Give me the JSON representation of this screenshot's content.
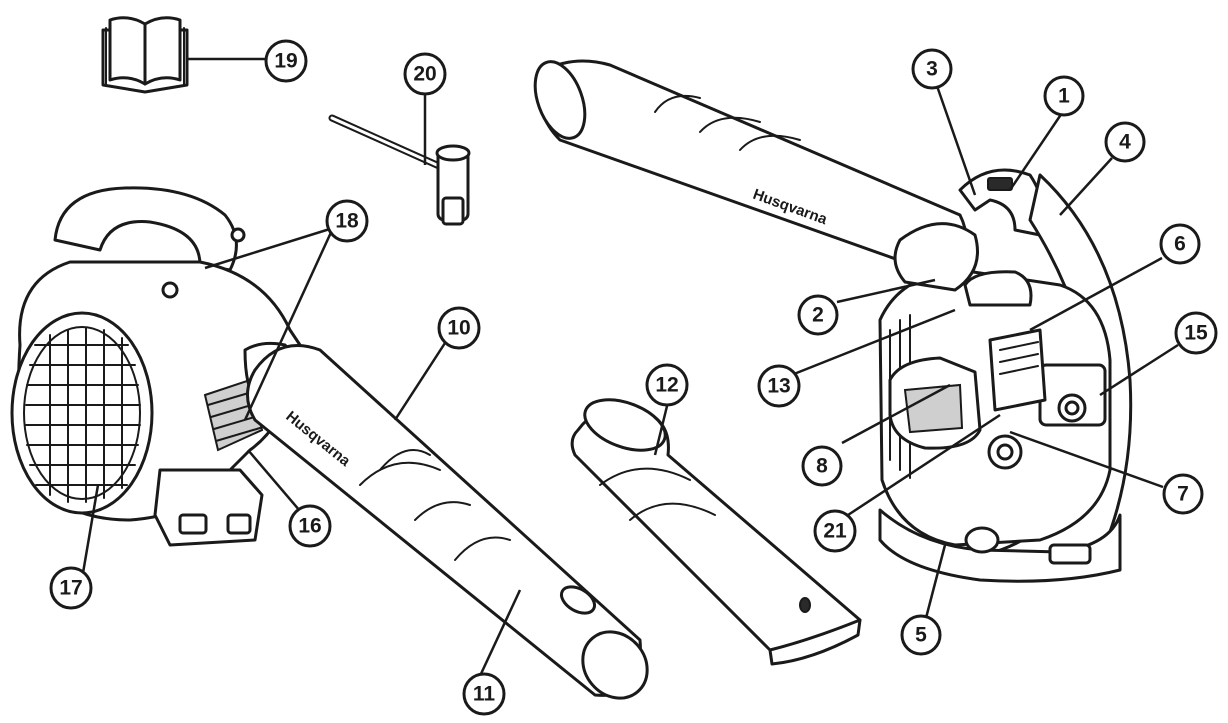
{
  "brand_text": "Husqvarna",
  "colors": {
    "ink": "#1a1a1a",
    "paper": "#ffffff"
  },
  "callouts": [
    {
      "id": "c1",
      "label": "1"
    },
    {
      "id": "c2",
      "label": "2"
    },
    {
      "id": "c3",
      "label": "3"
    },
    {
      "id": "c4",
      "label": "4"
    },
    {
      "id": "c5",
      "label": "5"
    },
    {
      "id": "c6",
      "label": "6"
    },
    {
      "id": "c7",
      "label": "7"
    },
    {
      "id": "c8",
      "label": "8"
    },
    {
      "id": "c10",
      "label": "10"
    },
    {
      "id": "c11",
      "label": "11"
    },
    {
      "id": "c12",
      "label": "12"
    },
    {
      "id": "c13",
      "label": "13"
    },
    {
      "id": "c15",
      "label": "15"
    },
    {
      "id": "c16",
      "label": "16"
    },
    {
      "id": "c17",
      "label": "17"
    },
    {
      "id": "c18",
      "label": "18"
    },
    {
      "id": "c19",
      "label": "19"
    },
    {
      "id": "c20",
      "label": "20"
    },
    {
      "id": "c21",
      "label": "21"
    }
  ]
}
